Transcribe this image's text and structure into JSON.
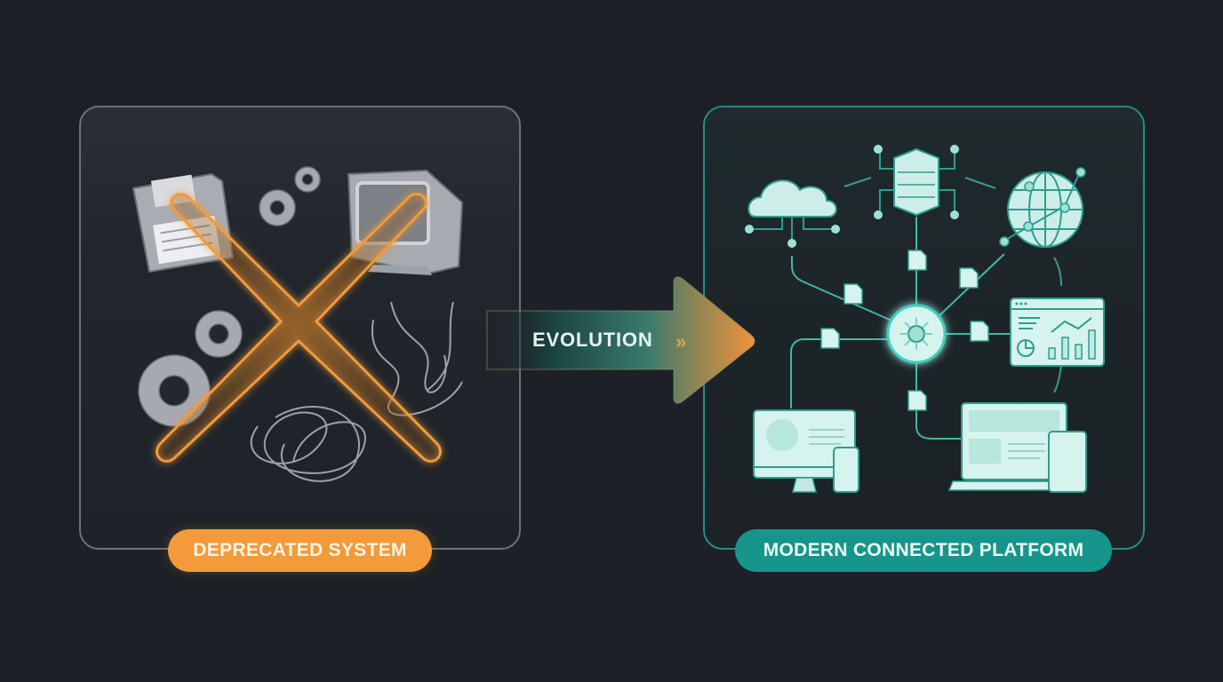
{
  "left_panel": {
    "label": "DEPRECATED SYSTEM",
    "items": [
      "floppy-disk",
      "gears",
      "crt-monitor",
      "tangled-cables",
      "cross-out-mark"
    ],
    "accent": "#f39a3a"
  },
  "arrow": {
    "label": "EVOLUTION",
    "chevrons": "»",
    "gradient": [
      "#1a3f3f",
      "#2f7a72",
      "#f39a3a"
    ]
  },
  "right_panel": {
    "label": "MODERN CONNECTED PLATFORM",
    "items": [
      "cloud",
      "server-stack",
      "globe-network",
      "central-hub",
      "analytics-dashboard",
      "desktop-and-phone",
      "laptop-and-tablet",
      "data-documents"
    ],
    "accent": "#16958b"
  },
  "colors": {
    "background": "#1d2127",
    "left_border": "#6b7178",
    "right_border": "#1f8f86",
    "icon_fill": "#cdeee8"
  }
}
